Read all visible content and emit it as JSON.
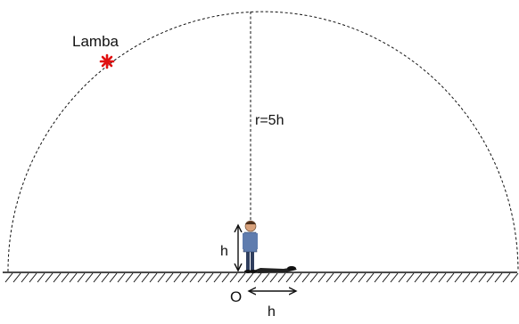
{
  "labels": {
    "lamp": "Lamba",
    "radius": "r=5h",
    "height": "h",
    "shadow": "h",
    "origin": "O"
  },
  "colors": {
    "ink": "#111111",
    "lamp": "#e01010",
    "person_shirt": "#5f7cae",
    "person_pants": "#2f3e5e",
    "person_skin": "#d9a27c",
    "shadow": "#222222"
  },
  "icons": {
    "lamp": "asterisk-lamp-icon",
    "person": "standing-person-icon"
  }
}
